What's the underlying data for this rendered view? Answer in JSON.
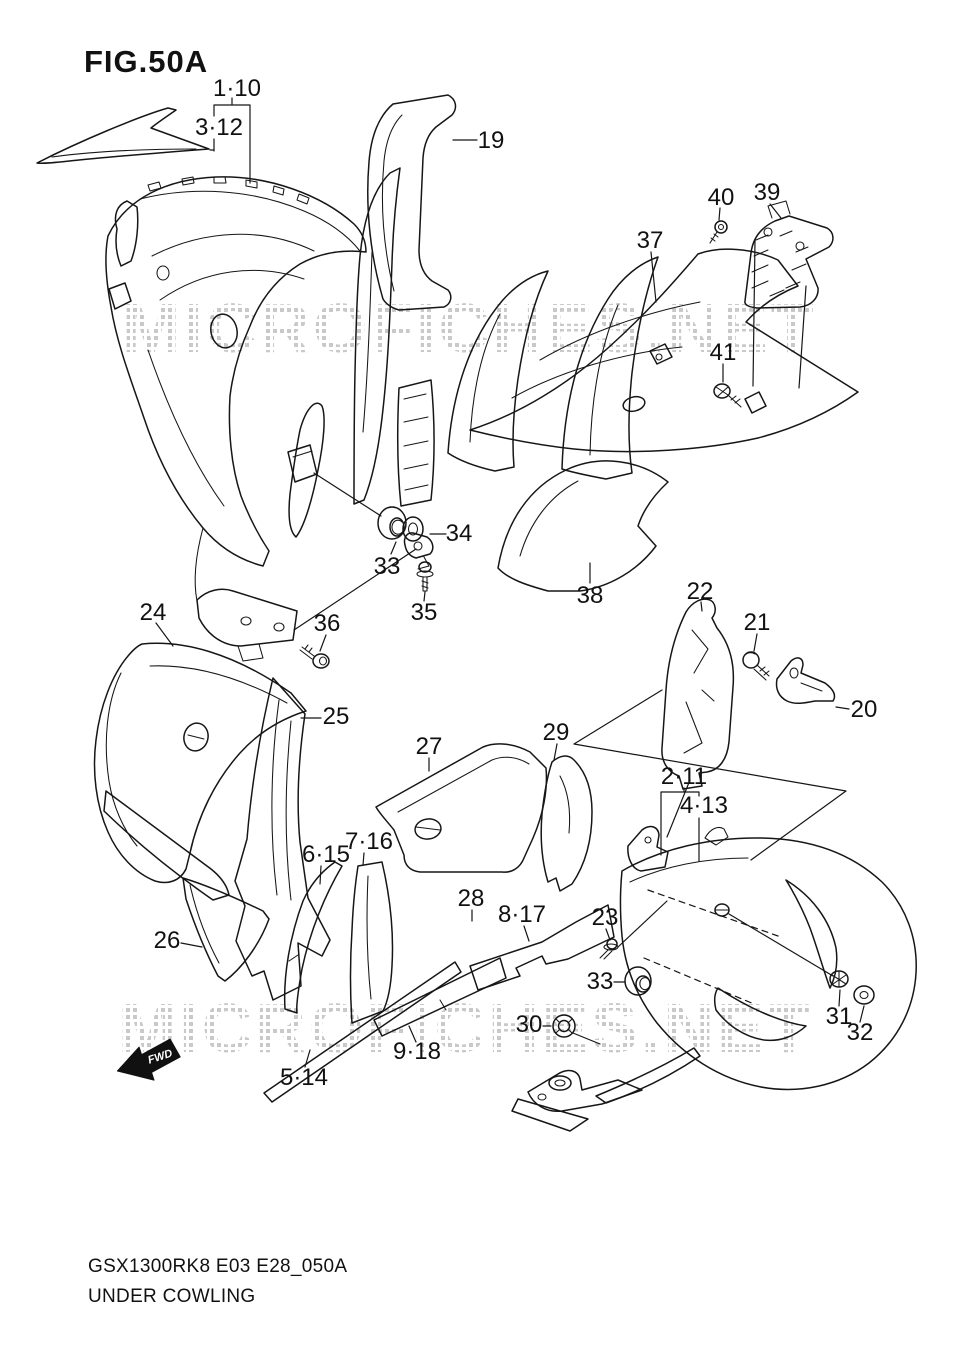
{
  "page": {
    "title": "FIG.50A",
    "watermark": "MICROFICHES.NET",
    "fwd_label": "FWD",
    "footer": {
      "code": "GSX1300RK8 E03 E28_050A",
      "name": "UNDER COWLING"
    },
    "colors": {
      "line": "#161616",
      "watermark_halftone": "#c9c9c9",
      "background": "#ffffff"
    }
  },
  "diagram": {
    "type": "exploded-parts-diagram",
    "labels": [
      {
        "text": "1·10"
      },
      {
        "text": "3·12"
      },
      {
        "text": "19"
      },
      {
        "text": "40"
      },
      {
        "text": "39"
      },
      {
        "text": "37"
      },
      {
        "text": "41"
      },
      {
        "text": "33"
      },
      {
        "text": "34"
      },
      {
        "text": "35"
      },
      {
        "text": "38"
      },
      {
        "text": "36"
      },
      {
        "text": "24"
      },
      {
        "text": "22"
      },
      {
        "text": "21"
      },
      {
        "text": "20"
      },
      {
        "text": "25"
      },
      {
        "text": "27"
      },
      {
        "text": "29"
      },
      {
        "text": "2·11"
      },
      {
        "text": "4·13"
      },
      {
        "text": "26"
      },
      {
        "text": "6·15"
      },
      {
        "text": "7·16"
      },
      {
        "text": "28"
      },
      {
        "text": "8·17"
      },
      {
        "text": "23"
      },
      {
        "text": "33"
      },
      {
        "text": "30"
      },
      {
        "text": "31"
      },
      {
        "text": "32"
      },
      {
        "text": "9·18"
      },
      {
        "text": "5·14"
      }
    ]
  }
}
